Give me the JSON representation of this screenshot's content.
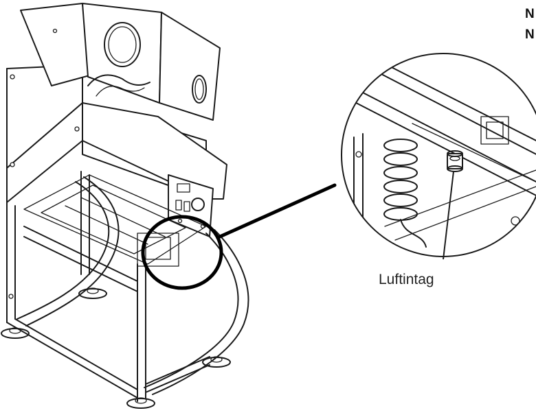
{
  "diagram": {
    "callout_label": "Luftintag",
    "heading_fragments": [
      "N",
      "N"
    ],
    "colors": {
      "line": "#1a1a1a",
      "background": "#ffffff"
    }
  }
}
